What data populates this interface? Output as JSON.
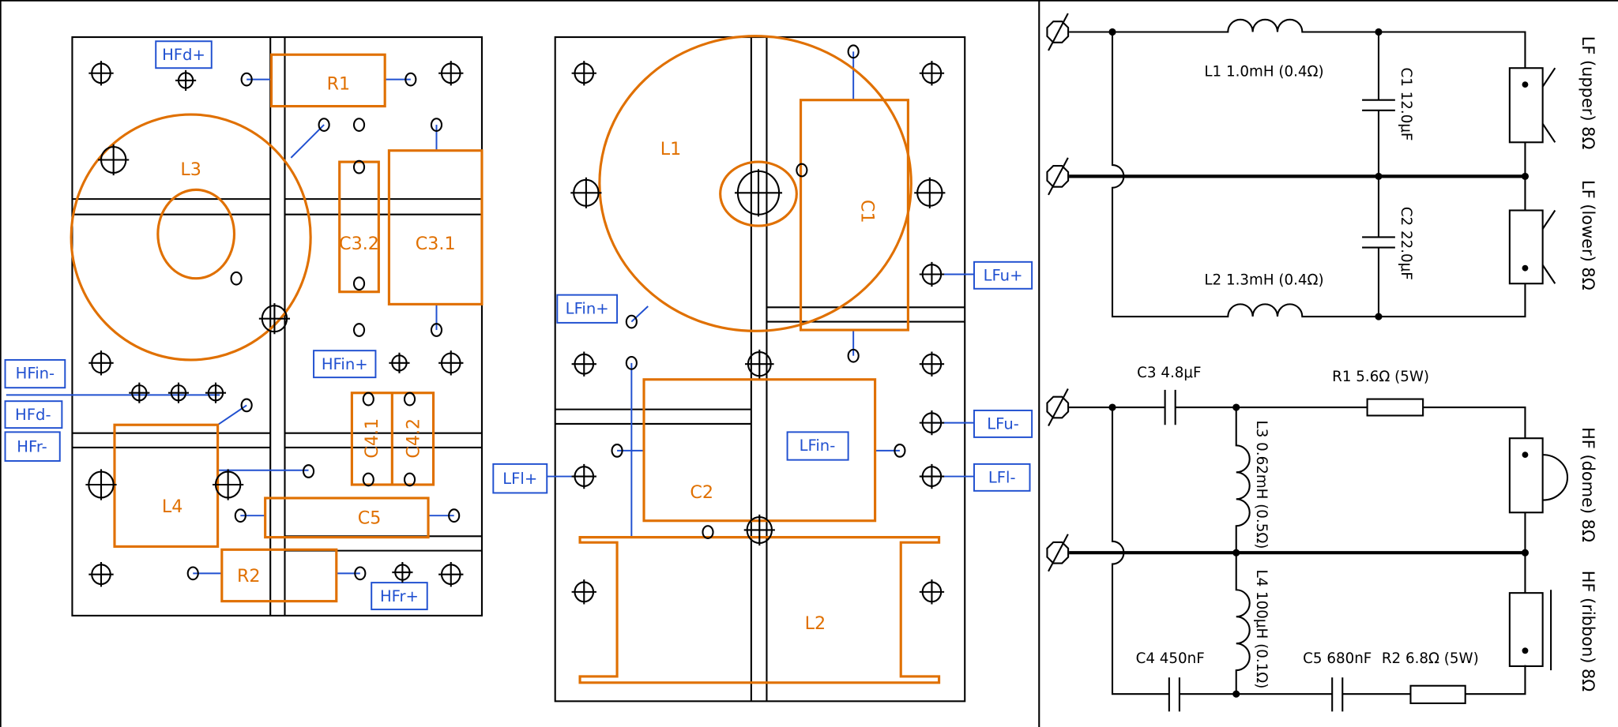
{
  "colors": {
    "component": "#e07000",
    "wiring": "#2050d0",
    "outline": "#000000"
  },
  "hf_board": {
    "components": {
      "R1": "R1",
      "L3": "L3",
      "C3_1": "C3.1",
      "C3_2": "C3.2",
      "C4_1": "C4.1",
      "C4_2": "C4.2",
      "L4": "L4",
      "C5": "C5",
      "R2": "R2"
    },
    "terminals": {
      "hfd_plus": "HFd+",
      "hfin_plus": "HFin+",
      "hfin_minus": "HFin-",
      "hfd_minus": "HFd-",
      "hfr_minus": "HFr-",
      "hfr_plus": "HFr+"
    }
  },
  "lf_board": {
    "components": {
      "L1": "L1",
      "C1": "C1",
      "C2": "C2",
      "L2": "L2"
    },
    "terminals": {
      "lfin_plus": "LFin+",
      "lfin_minus": "LFin-",
      "lfu_plus": "LFu+",
      "lfu_minus": "LFu-",
      "lfl_plus": "LFl+",
      "lfl_minus": "LFl-"
    }
  },
  "schematic": {
    "lf": {
      "L1": "L1 1.0mH (0.4Ω)",
      "C1": "C1 12.0μF",
      "C2": "C2 22.0μF",
      "L2": "L2 1.3mH (0.4Ω)",
      "speaker_upper": "LF (upper) 8Ω",
      "speaker_lower": "LF (lower) 8Ω"
    },
    "hf": {
      "C3": "C3 4.8μF",
      "R1": "R1 5.6Ω (5W)",
      "L3": "L3 0.62mH (0.5Ω)",
      "L4": "L4 100μH (0.1Ω)",
      "C4": "C4 450nF",
      "C5": "C5 680nF",
      "R2": "R2 6.8Ω (5W)",
      "speaker_dome": "HF (dome) 8Ω",
      "speaker_ribbon": "HF (ribbon) 8Ω"
    }
  }
}
